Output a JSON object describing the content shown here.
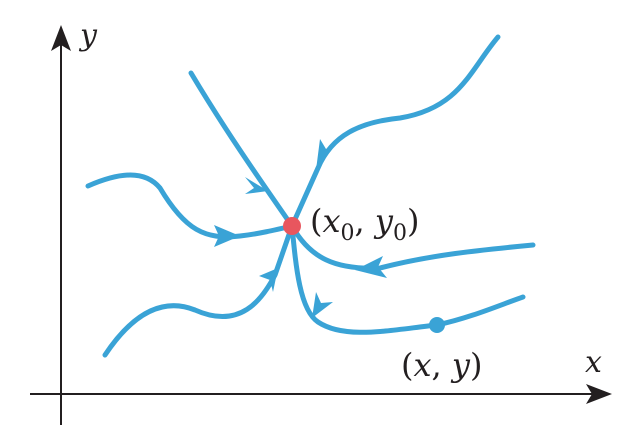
{
  "diagram": {
    "axis_x_label": "x",
    "axis_y_label": "y",
    "equilibrium_label": {
      "open": "(",
      "x": "x",
      "x_sub": "0",
      "sep": ", ",
      "y": "y",
      "y_sub": "0",
      "close": ")"
    },
    "point_label": {
      "open": "(",
      "x": "x",
      "sep": ", ",
      "y": "y",
      "close": ")"
    }
  },
  "colors": {
    "axis": "#231f20",
    "trajectory": "#3aa3d6",
    "equilibrium_point": "#e8565e",
    "moving_point": "#3aa3d6",
    "text": "#231f20"
  }
}
